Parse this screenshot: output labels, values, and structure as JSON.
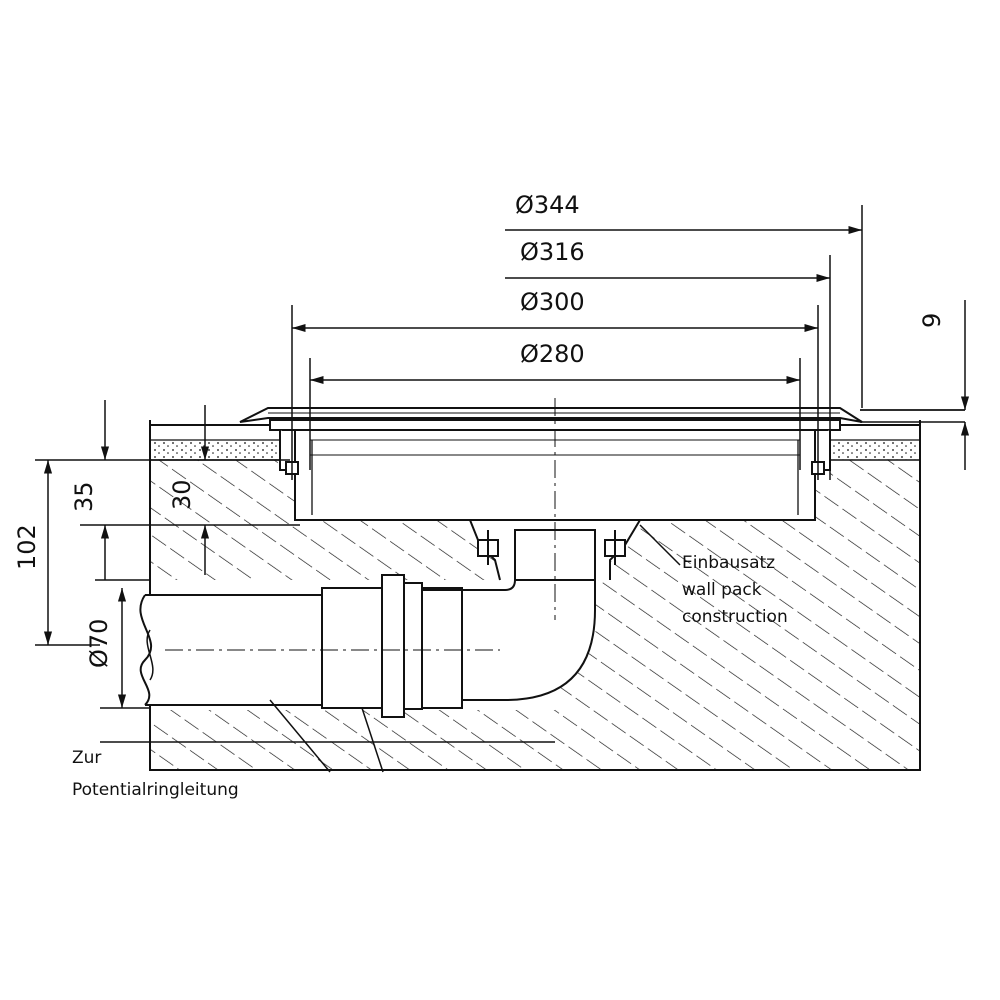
{
  "dimensions": {
    "d344": "Ø344",
    "d316": "Ø316",
    "d300": "Ø300",
    "d280": "Ø280",
    "dim9": "9",
    "dim35": "35",
    "dim30": "30",
    "dim102": "102",
    "d70": "Ø70"
  },
  "labels": {
    "einbausatz": "Einbausatz",
    "wallpack": "wall pack",
    "construction": "construction",
    "zur": "Zur",
    "potential": "Potentialringleitung"
  },
  "colors": {
    "line": "#111111",
    "paper": "#ffffff"
  }
}
